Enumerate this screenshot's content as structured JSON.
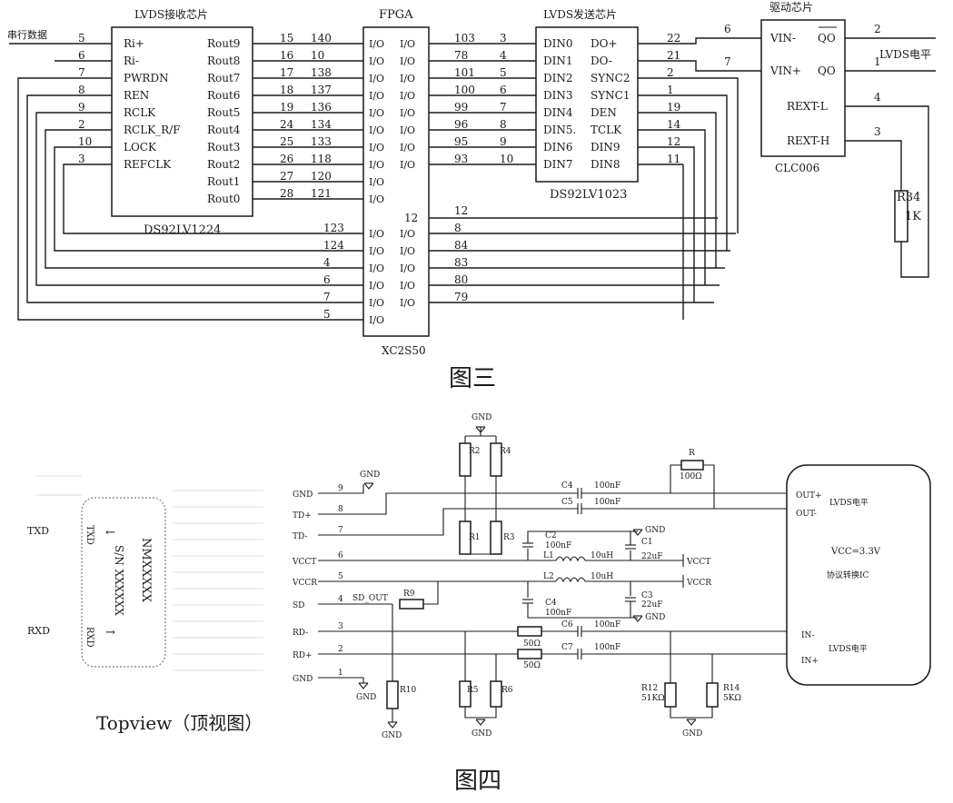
{
  "fig3": {
    "caption": "图三",
    "lvds_rx": {
      "title": "LVDS接收芯片",
      "part": "DS92LV1224",
      "serial_label": "串行数据",
      "left_pins": [
        {
          "num": "5",
          "name": "Ri+"
        },
        {
          "num": "6",
          "name": "Ri-"
        },
        {
          "num": "7",
          "name": "PWRDN"
        },
        {
          "num": "8",
          "name": "REN"
        },
        {
          "num": "9",
          "name": "RCLK"
        },
        {
          "num": "2",
          "name": "RCLK_R/F"
        },
        {
          "num": "10",
          "name": "LOCK"
        },
        {
          "num": "3",
          "name": "REFCLK"
        }
      ],
      "right_pins": [
        {
          "name": "Rout9",
          "num": "15"
        },
        {
          "name": "Rout8",
          "num": "16"
        },
        {
          "name": "Rout7",
          "num": "17"
        },
        {
          "name": "Rout6",
          "num": "18"
        },
        {
          "name": "Rout5",
          "num": "19"
        },
        {
          "name": "Rout4",
          "num": "24"
        },
        {
          "name": "Rout3",
          "num": "25"
        },
        {
          "name": "Rout2",
          "num": "26"
        },
        {
          "name": "Rout1",
          "num": "27"
        },
        {
          "name": "Rout0",
          "num": "28"
        }
      ]
    },
    "fpga": {
      "title": "FPGA",
      "part": "XC2S50",
      "io_label": "I/O",
      "left_nums": [
        "140",
        "10",
        "138",
        "137",
        "136",
        "134",
        "133",
        "118",
        "120",
        "121"
      ],
      "right_nums": [
        "103",
        "78",
        "101",
        "100",
        "99",
        "96",
        "95",
        "93"
      ],
      "lower_left_nums": [
        "123",
        "124",
        "4",
        "6",
        "7",
        "5"
      ],
      "lower_right_nums": [
        "12",
        "8",
        "84",
        "83",
        "80",
        "79"
      ]
    },
    "lvds_tx": {
      "title": "LVDS发送芯片",
      "part": "DS92LV1023",
      "left_pins": [
        {
          "num": "3",
          "name": "DIN0"
        },
        {
          "num": "4",
          "name": "DIN1"
        },
        {
          "num": "5",
          "name": "DIN2"
        },
        {
          "num": "6",
          "name": "DIN3"
        },
        {
          "num": "7",
          "name": "DIN4"
        },
        {
          "num": "8",
          "name": "DIN5."
        },
        {
          "num": "9",
          "name": "DIN6"
        },
        {
          "num": "10",
          "name": "DIN7"
        }
      ],
      "right_pins": [
        {
          "name": "DO+",
          "num": "22"
        },
        {
          "name": "DO-",
          "num": "21"
        },
        {
          "name": "SYNC2",
          "num": "2"
        },
        {
          "name": "SYNC1",
          "num": "1"
        },
        {
          "name": "DEN",
          "num": "19"
        },
        {
          "name": "TCLK",
          "num": "14"
        },
        {
          "name": "DIN9",
          "num": "12"
        },
        {
          "name": "DIN8",
          "num": "11"
        }
      ]
    },
    "driver": {
      "title": "驱动芯片",
      "part": "CLC006",
      "in_pins": [
        {
          "num": "6",
          "name": "VIN-"
        },
        {
          "num": "7",
          "name": "VIN+"
        }
      ],
      "out_pins": [
        {
          "name": "QO",
          "num": "2"
        },
        {
          "name": "QO",
          "num": "1"
        }
      ],
      "rext": [
        {
          "name": "REXT-L",
          "num": "4"
        },
        {
          "name": "REXT-H",
          "num": "3"
        }
      ],
      "lvds_level": "LVDS电平",
      "resistor_name": "R34",
      "resistor_value": "1K"
    }
  },
  "fig4": {
    "caption": "图四",
    "topview": {
      "caption": "Topview（顶视图）",
      "txd": "TXD",
      "rxd": "RXD",
      "part_name": "NMXXXXX",
      "serial": "S/N XXXXXX"
    },
    "conn_pins": [
      {
        "num": "9",
        "name": "GND"
      },
      {
        "num": "8",
        "name": "TD+"
      },
      {
        "num": "7",
        "name": "TD-"
      },
      {
        "num": "6",
        "name": "VCCT"
      },
      {
        "num": "5",
        "name": "VCCR"
      },
      {
        "num": "4",
        "name": "SD"
      },
      {
        "num": "3",
        "name": "RD-"
      },
      {
        "num": "2",
        "name": "RD+"
      },
      {
        "num": "1",
        "name": "GND"
      }
    ],
    "gnd": "GND",
    "sd_out": "SD_OUT",
    "r2": "R2",
    "r4": "R4",
    "r1": "R1",
    "r3": "R3",
    "r9": "R9",
    "r10": "R10",
    "r5": "R5",
    "r6": "R6",
    "r_top": "R",
    "r_top_val": "100Ω",
    "c4a": "C4",
    "c5": "C5",
    "c6": "C6",
    "c7": "C7",
    "cap100": "100nF",
    "c2": "C2",
    "c1": "C1",
    "c22u": "22uF",
    "c3": "C3",
    "c4b": "C4",
    "l1": "L1",
    "l2": "L2",
    "l_val": "10uH",
    "vcct": "VCCT",
    "vccr": "VCCR",
    "r50": "50Ω",
    "r12": "R12",
    "r12v": "51KΩ",
    "r14": "R14",
    "r14v": "5KΩ",
    "ic_out_plus": "OUT+",
    "ic_out_minus": "OUT-",
    "ic_in_minus": "IN-",
    "ic_in_plus": "IN+",
    "ic_lvds_top": "LVDS电平",
    "ic_lvds_bottom": "LVDS电平",
    "ic_vcc": "VCC=3.3V",
    "ic_name": "协议转换IC"
  }
}
